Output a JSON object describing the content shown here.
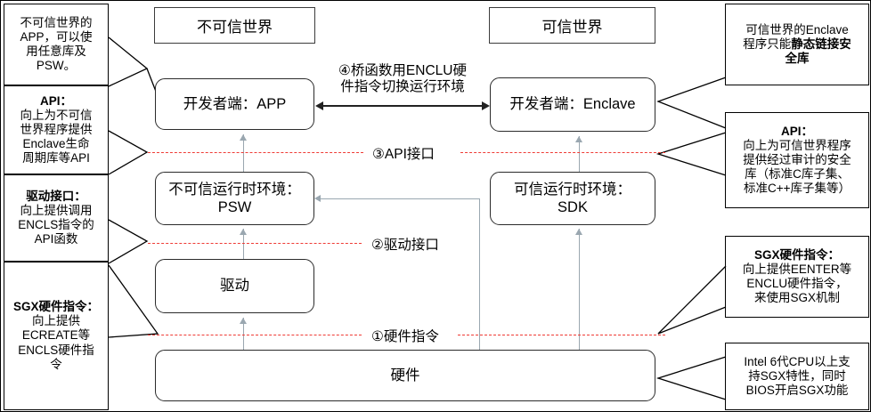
{
  "diagram": {
    "title_untrusted": "不可信世界",
    "title_trusted": "可信世界",
    "boxes": {
      "app": "开发者端：APP",
      "enclave": "开发者端：Enclave",
      "psw": "不可信运行时环境：\nPSW",
      "psw_l1": "不可信运行时环境：",
      "psw_l2": "PSW",
      "sdk_l1": "可信运行时环境：",
      "sdk_l2": "SDK",
      "driver": "驱动",
      "hardware": "硬件"
    },
    "tier_labels": {
      "api": "③API接口",
      "driver_if": "②驱动接口",
      "hw_inst": "①硬件指令"
    },
    "bridge_label_l1": "④桥函数用ENCLU硬",
    "bridge_label_l2": "件指令切换运行环境",
    "dash_color": "#ef3b35",
    "arrow_color": "#9aa7b0"
  },
  "left_notes": [
    {
      "id": "note-app",
      "lines": [
        "不可信世界的",
        "APP，可以使",
        "用任意库及",
        "PSW。"
      ],
      "bold_head": ""
    },
    {
      "id": "note-api",
      "bold_head": "API：",
      "lines": [
        "向上为不可信",
        "世界程序提供",
        "Enclave生命",
        "周期库等API"
      ]
    },
    {
      "id": "note-driver-if",
      "bold_head": "驱动接口：",
      "lines": [
        "向上提供调用",
        "ENCLS指令的",
        "API函数"
      ]
    },
    {
      "id": "note-sgx-encls",
      "bold_head": "SGX硬件指令：",
      "lines": [
        "向上提供",
        "ECREATE等",
        "ENCLS硬件指",
        "令"
      ]
    }
  ],
  "right_notes": [
    {
      "id": "note-enclave",
      "bold_head": "",
      "lines_rich": [
        {
          "text": "可信世界的Enclave",
          "bold": false
        },
        {
          "text": "程序只能",
          "bold": false,
          "tail": "静态链接安",
          "tail_bold": true
        },
        {
          "text": "全库",
          "bold": true
        }
      ]
    },
    {
      "id": "note-api-right",
      "bold_head": "API：",
      "lines": [
        "向上为可信世界程序",
        "提供经过审计的安全",
        "库（标准C库子集、",
        "标准C++库子集等）"
      ]
    },
    {
      "id": "note-sgx-enclu",
      "bold_head": "SGX硬件指令：",
      "lines": [
        "向上提供EENTER等",
        "ENCLU硬件指令，",
        "来使用SGX机制"
      ]
    },
    {
      "id": "note-cpu",
      "bold_head": "",
      "lines": [
        "Intel 6代CPU以上支",
        "持SGX特性，同时",
        "BIOS开启SGX功能"
      ]
    }
  ]
}
